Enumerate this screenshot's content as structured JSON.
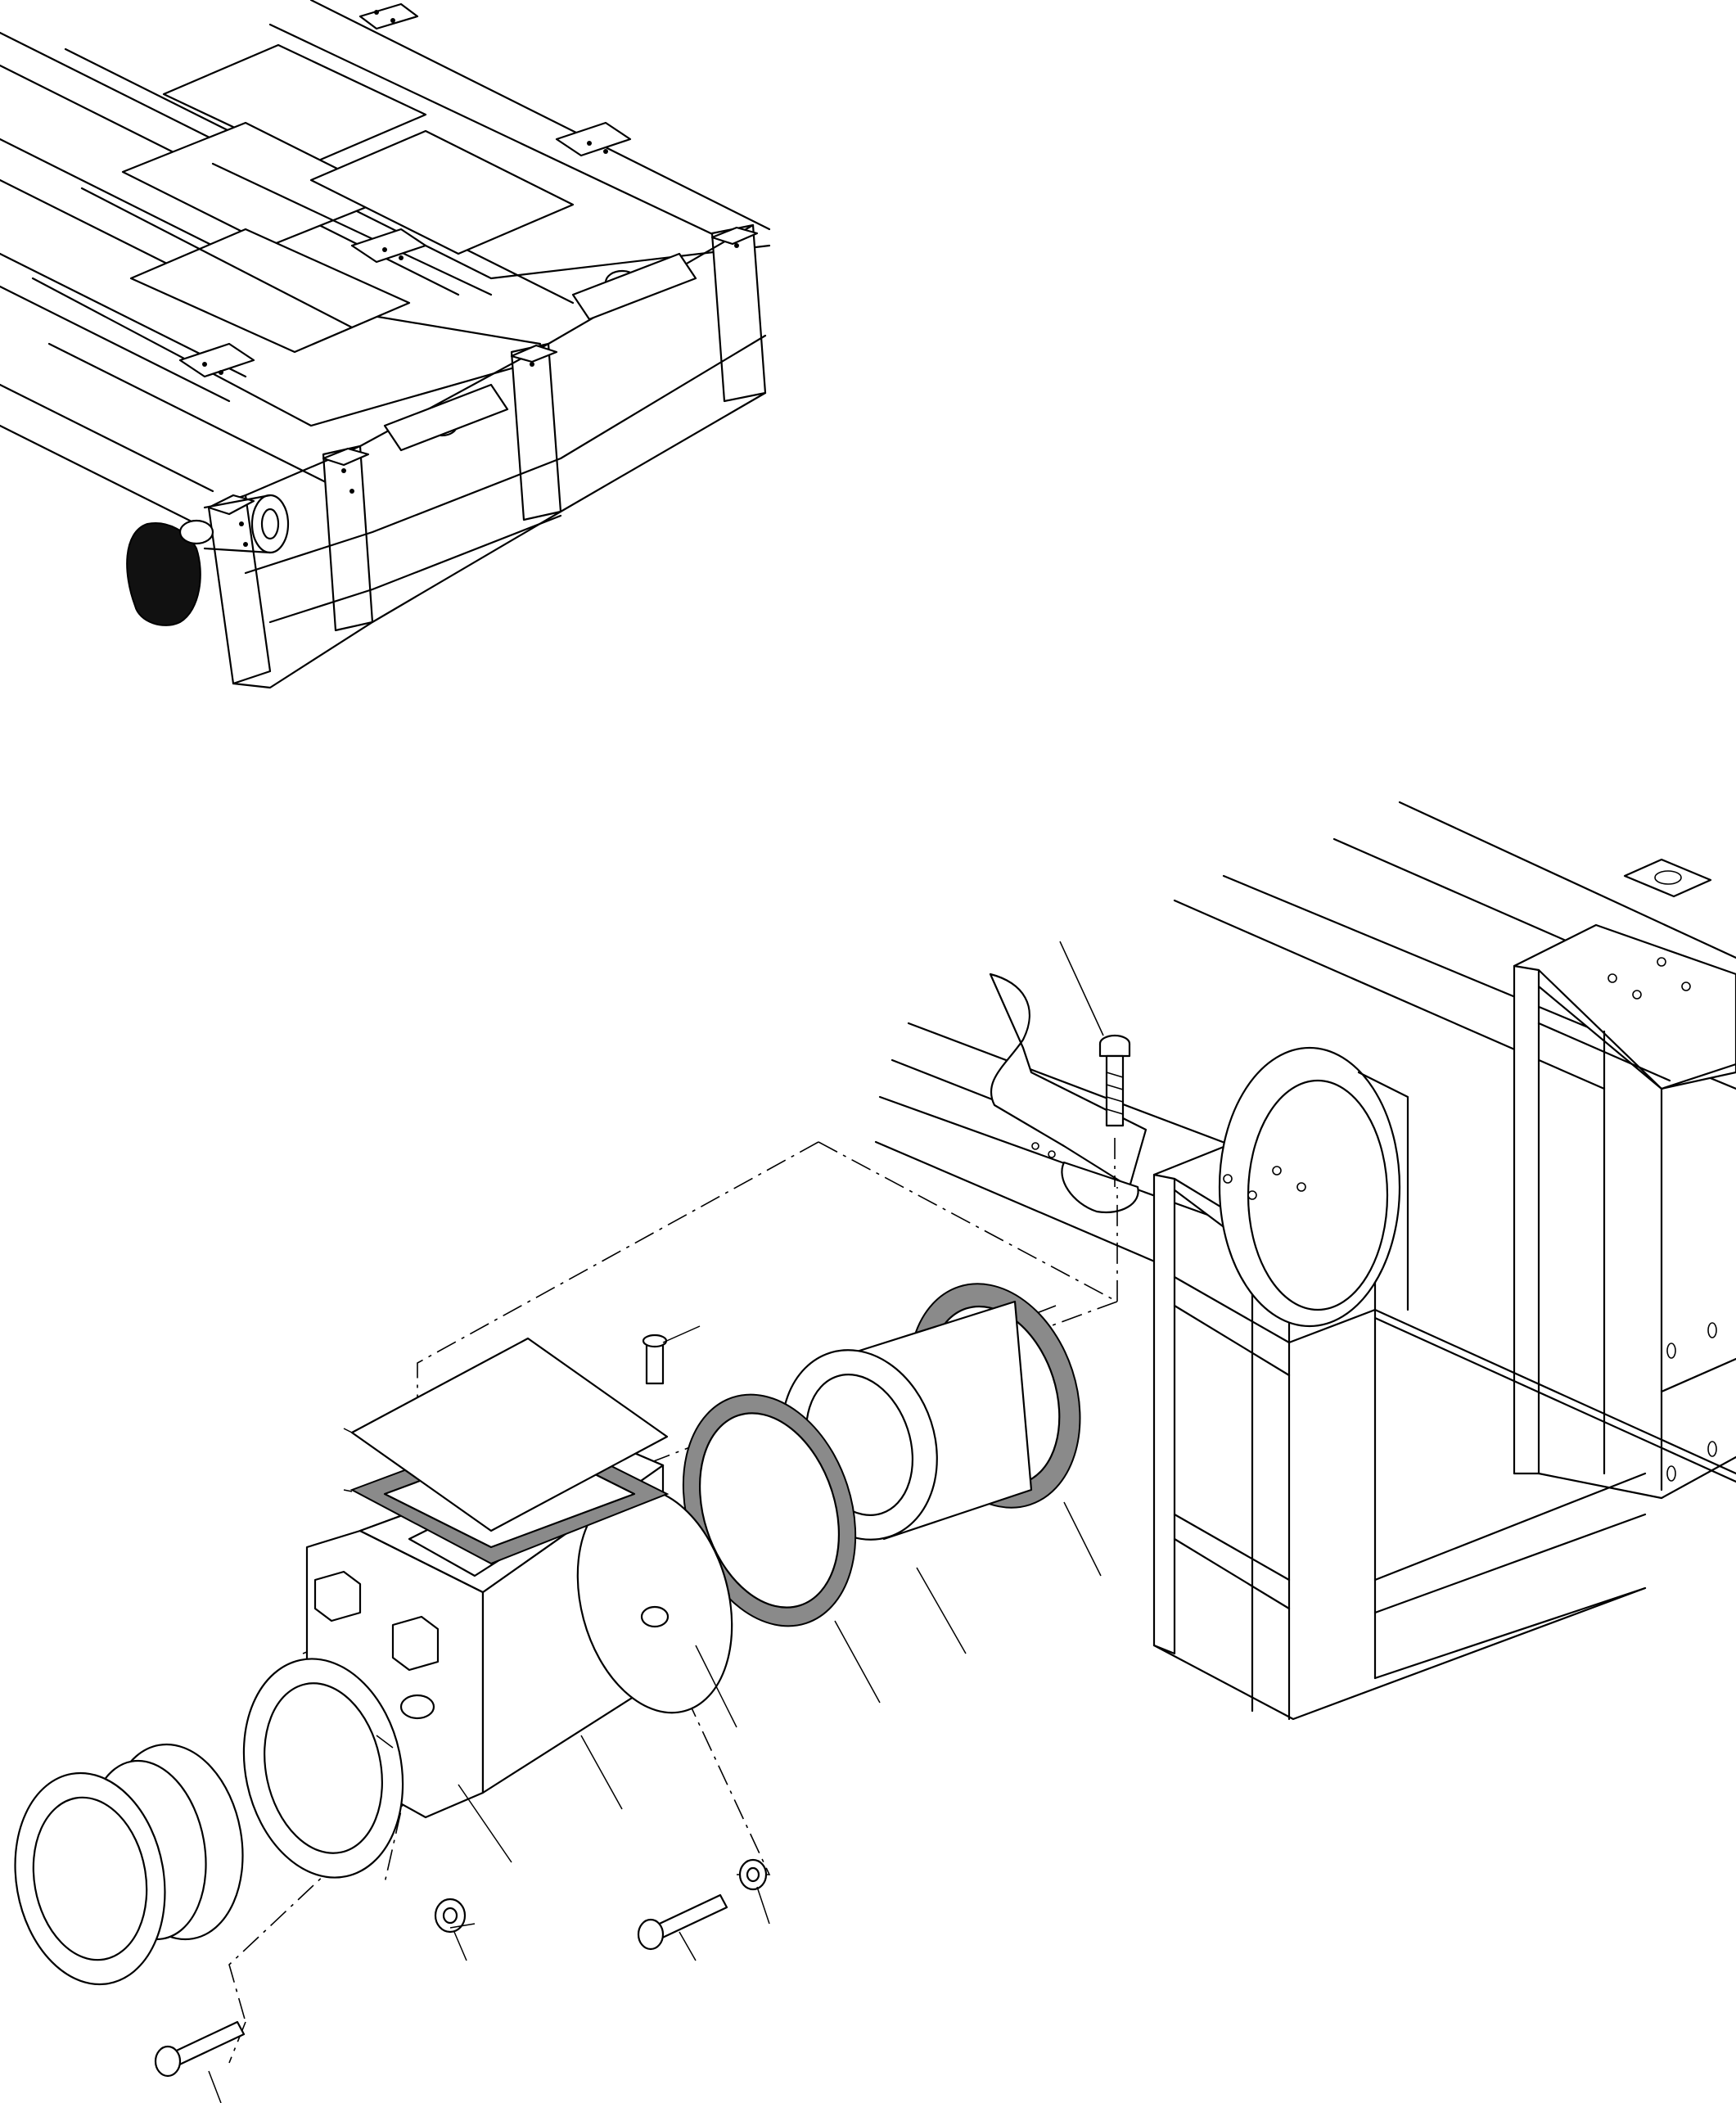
{
  "figure": {
    "kind": "exploded-parts-diagram",
    "views": [
      {
        "name": "overview",
        "description_visible": false
      },
      {
        "name": "detail",
        "description_visible": false
      }
    ],
    "leader_count": 16,
    "colors": {
      "line": "#000000",
      "background": "#ffffff",
      "gasket_fill": "#8a8a8a"
    }
  }
}
